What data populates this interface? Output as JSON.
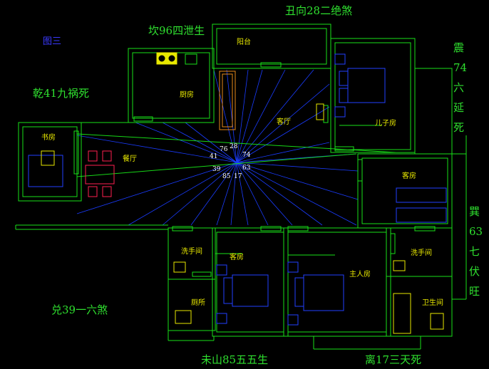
{
  "figure_label": "图三",
  "directions": {
    "north": "坎96四泄生",
    "northeast_top": "丑向28二绝煞",
    "east": "震74六延死",
    "southeast": "巽63七伏旺",
    "south_left": "未山85五五生",
    "south_right": "离17三天死",
    "west": "兑39一六煞",
    "northwest": "乾41九祸死"
  },
  "rooms": {
    "balcony": "阳台",
    "kitchen": "厨房",
    "living": "客厅",
    "son_room": "儿子房",
    "study": "书房",
    "dining": "餐厅",
    "guest_room_east": "客房",
    "bath_left": "洗手间",
    "toilet": "厕所",
    "guest_room": "客房",
    "master_room": "主人房",
    "bath_right": "洗手间",
    "bathroom": "卫生间"
  },
  "degree_labels": [
    "76",
    "28",
    "41",
    "74",
    "39",
    "85",
    "17",
    "63"
  ],
  "colors": {
    "wall": "#18e018",
    "ray": "#1a3cff",
    "diagonal": "#17d717",
    "room_label": "#e8e800",
    "direction_text": "#2fe02f",
    "furniture": "#2240ff",
    "dining": "#ff2050"
  }
}
